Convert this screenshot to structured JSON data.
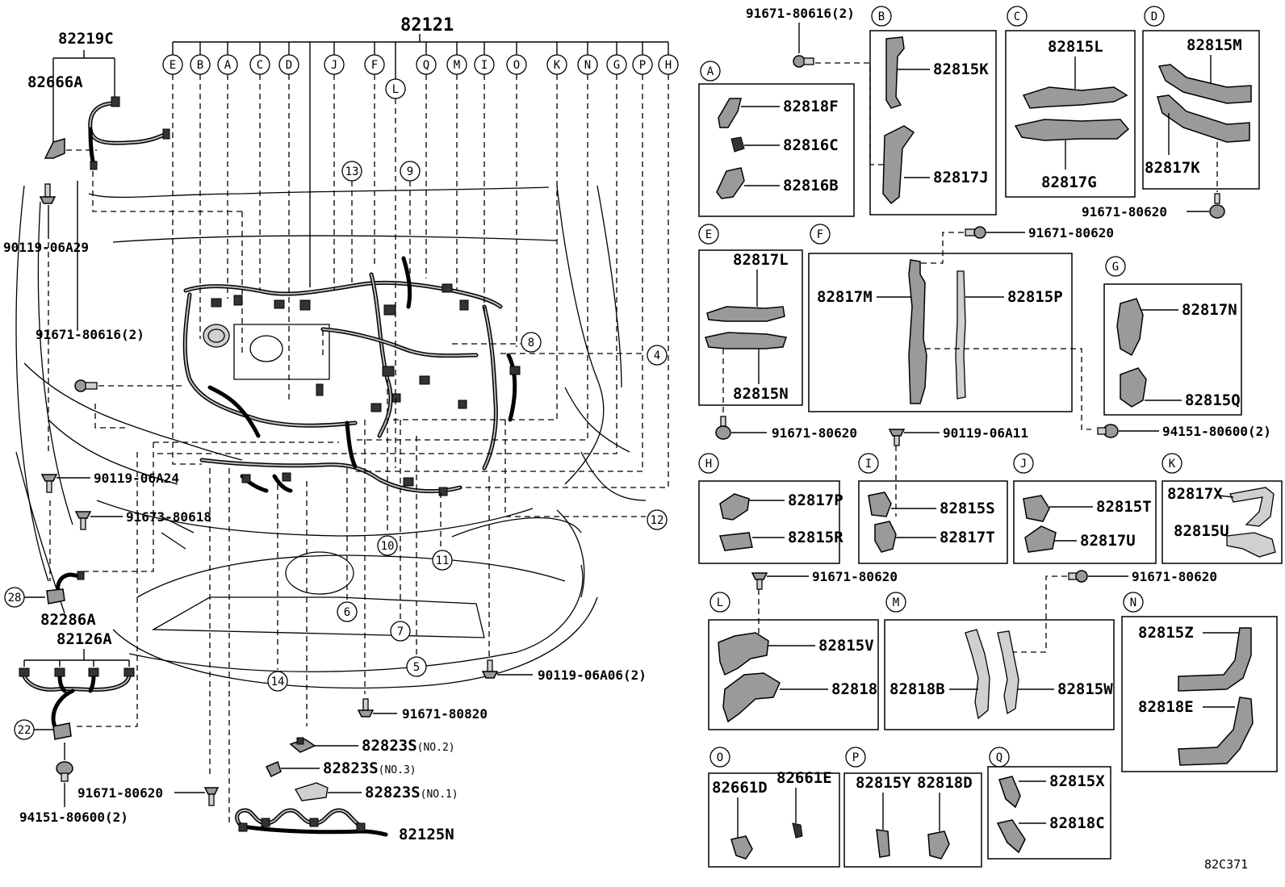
{
  "diagram": {
    "ref_code": "82C371",
    "main_harness": "82121",
    "callout_letters": [
      "E",
      "B",
      "A",
      "C",
      "D",
      "J",
      "F",
      "L",
      "Q",
      "M",
      "I",
      "O",
      "K",
      "N",
      "G",
      "P",
      "H"
    ],
    "left_parts": {
      "p82219C": "82219C",
      "p82666A": "82666A",
      "p90119_06A29": "90119-06A29",
      "p91671_80616_2": "91671-80616(2)",
      "p90119_06A24": "90119-06A24",
      "p91673_80618": "91673-80618",
      "p82286A": "82286A",
      "p82126A": "82126A",
      "p91671_80620": "91671-80620",
      "p94151_80600_2": "94151-80600(2)",
      "p82125N": "82125N",
      "p91671_80820": "91671-80820",
      "p82823S_2": "82823S",
      "p82823S_2_sfx": "(NO.2)",
      "p82823S_3": "82823S",
      "p82823S_3_sfx": "(NO.3)",
      "p82823S_1": "82823S",
      "p82823S_1_sfx": "(NO.1)",
      "p90119_06A06_2": "90119-06A06(2)"
    },
    "numbers": [
      "13",
      "9",
      "8",
      "4",
      "12",
      "10",
      "11",
      "6",
      "7",
      "5",
      "14",
      "28",
      "22"
    ],
    "right_parts": {
      "top_bolt": "91671-80616(2)",
      "A1": "82818F",
      "A2": "82816C",
      "A3": "82816B",
      "B1": "82815K",
      "B2": "82817J",
      "C1": "82815L",
      "C2": "82817G",
      "D1": "82815M",
      "D2": "82817K",
      "D_bolt": "91671-80620",
      "F_bolt": "91671-80620",
      "E1": "82817L",
      "E2": "82815N",
      "E_bolt": "91671-80620",
      "F1": "82817M",
      "F2": "82815P",
      "G1": "82817N",
      "G2": "82815Q",
      "G_bolt": "94151-80600(2)",
      "I_bolt": "90119-06A11",
      "H1": "82817P",
      "H2": "82815R",
      "I1": "82815S",
      "I2": "82817T",
      "J1": "82815T",
      "J2": "82817U",
      "K1": "82817X",
      "K2": "82815U",
      "L_bolt": "91671-80620",
      "M_bolt": "91671-80620",
      "L1": "82815V",
      "L2": "82818",
      "M1": "82818B",
      "M2": "82815W",
      "N1": "82815Z",
      "N2": "82818E",
      "O1": "82661D",
      "O2": "82661E",
      "P1": "82815Y",
      "P2": "82818D",
      "Q1": "82815X",
      "Q2": "82818C"
    },
    "box_letters": {
      "A": "A",
      "B": "B",
      "C": "C",
      "D": "D",
      "E": "E",
      "F": "F",
      "G": "G",
      "H": "H",
      "I": "I",
      "J": "J",
      "K": "K",
      "L": "L",
      "M": "M",
      "N": "N",
      "O": "O",
      "P": "P",
      "Q": "Q"
    }
  }
}
